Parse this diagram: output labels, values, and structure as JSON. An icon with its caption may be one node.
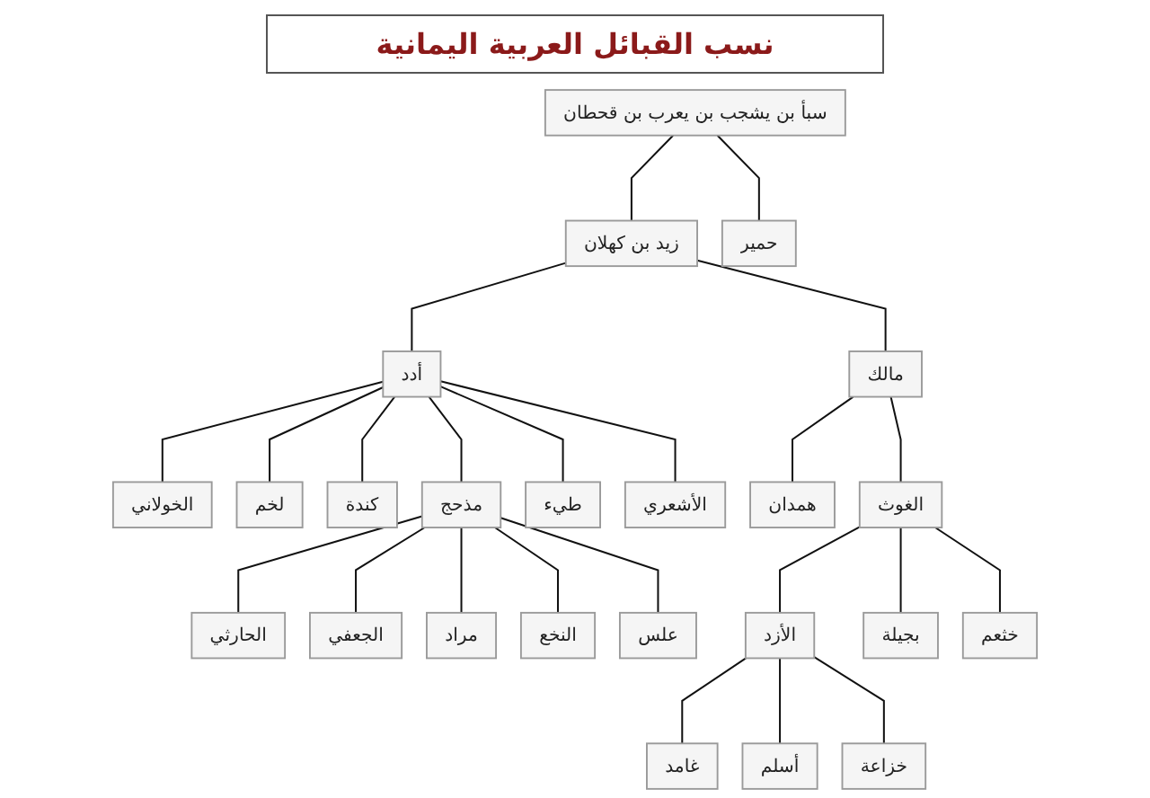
{
  "diagram": {
    "title": "نسب القبائل العربية اليمانية",
    "nodes": [
      {
        "text": [
          "سبأ بن يشجب بن يعرب بن قحطان"
        ]
      },
      {
        "text": [
          "زيد بن كهلان"
        ]
      },
      {
        "text": [
          "حمير"
        ]
      },
      {
        "text": [
          "أدد"
        ]
      },
      {
        "text": [
          "مالك"
        ]
      },
      {
        "text": [
          "الخولاني"
        ]
      },
      {
        "text": [
          "لخم"
        ]
      },
      {
        "text": [
          "كندة"
        ]
      },
      {
        "text": [
          "مذحج"
        ]
      },
      {
        "text": [
          "طيء"
        ]
      },
      {
        "text": [
          "الأشعري"
        ]
      },
      {
        "text": [
          "الحارثي"
        ]
      },
      {
        "text": [
          "الجعفي"
        ]
      },
      {
        "text": [
          "مراد"
        ]
      },
      {
        "text": [
          "النخع"
        ]
      },
      {
        "text": [
          "علس"
        ]
      },
      {
        "text": [
          "همدان"
        ]
      },
      {
        "text": [
          "الغوث"
        ]
      },
      {
        "text": [
          "الأزد"
        ]
      },
      {
        "text": [
          "بجيلة"
        ]
      },
      {
        "text": [
          "خثعم"
        ]
      },
      {
        "text": [
          "غامد"
        ]
      },
      {
        "text": [
          "أسلم"
        ]
      },
      {
        "text": [
          "خزاعة"
        ]
      }
    ],
    "edges": [
      {
        "from": 0,
        "to": 1,
        "arrow": "none"
      },
      {
        "from": 0,
        "to": 2,
        "arrow": "none"
      },
      {
        "from": 1,
        "to": 3,
        "arrow": "none"
      },
      {
        "from": 1,
        "to": 4,
        "arrow": "none"
      },
      {
        "from": 3,
        "to": 5,
        "arrow": "none"
      },
      {
        "from": 3,
        "to": 6,
        "arrow": "none"
      },
      {
        "from": 3,
        "to": 7,
        "arrow": "none"
      },
      {
        "from": 3,
        "to": 8,
        "arrow": "none"
      },
      {
        "from": 3,
        "to": 9,
        "arrow": "none"
      },
      {
        "from": 3,
        "to": 10,
        "arrow": "none"
      },
      {
        "from": 8,
        "to": 11,
        "arrow": "none"
      },
      {
        "from": 8,
        "to": 12,
        "arrow": "none"
      },
      {
        "from": 8,
        "to": 13,
        "arrow": "none"
      },
      {
        "from": 8,
        "to": 14,
        "arrow": "none"
      },
      {
        "from": 8,
        "to": 15,
        "arrow": "none"
      },
      {
        "from": 4,
        "to": 16,
        "arrow": "none"
      },
      {
        "from": 4,
        "to": 17,
        "arrow": "none"
      },
      {
        "from": 17,
        "to": 18,
        "arrow": "none"
      },
      {
        "from": 17,
        "to": 19,
        "arrow": "none"
      },
      {
        "from": 17,
        "to": 20,
        "arrow": "none"
      },
      {
        "from": 18,
        "to": 21,
        "arrow": "none"
      },
      {
        "from": 18,
        "to": 22,
        "arrow": "none"
      },
      {
        "from": 18,
        "to": 23,
        "arrow": "none"
      }
    ]
  }
}
